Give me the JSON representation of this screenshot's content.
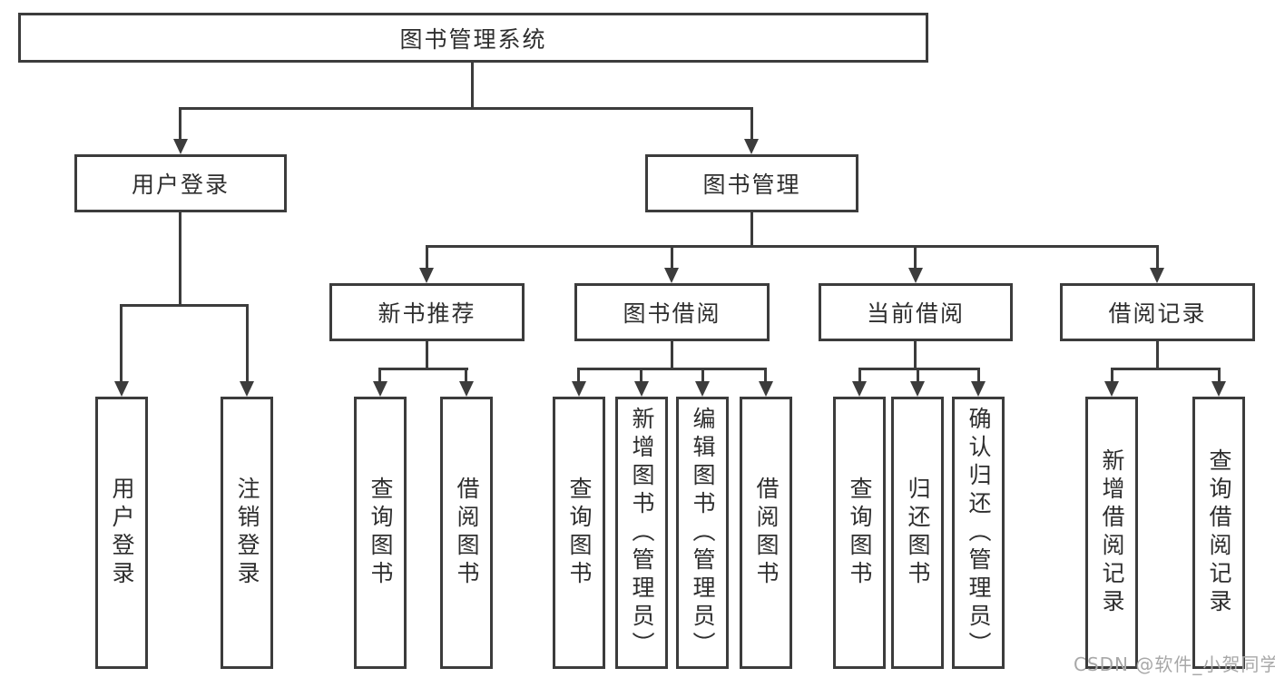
{
  "diagram": {
    "root": {
      "label": "图书管理系统"
    },
    "level2": [
      {
        "label": "用户登录"
      },
      {
        "label": "图书管理"
      }
    ],
    "level3": [
      {
        "label": "新书推荐"
      },
      {
        "label": "图书借阅"
      },
      {
        "label": "当前借阅"
      },
      {
        "label": "借阅记录"
      }
    ],
    "leaves": [
      {
        "label": "用户登录"
      },
      {
        "label": "注销登录"
      },
      {
        "label": "查询图书"
      },
      {
        "label": "借阅图书"
      },
      {
        "label": "查询图书"
      },
      {
        "label": "新增图书（管理员）"
      },
      {
        "label": "编辑图书（管理员）"
      },
      {
        "label": "借阅图书"
      },
      {
        "label": "查询图书"
      },
      {
        "label": "归还图书"
      },
      {
        "label": "确认归还（管理员）"
      },
      {
        "label": "新增借阅记录"
      },
      {
        "label": "查询借阅记录"
      }
    ]
  },
  "watermark": {
    "text": "CSDN @软件_小贺同学"
  },
  "colors": {
    "line": "#3c3c3c",
    "text": "#2e2e2e",
    "watermark": "#a8a8a8",
    "background": "#ffffff"
  }
}
